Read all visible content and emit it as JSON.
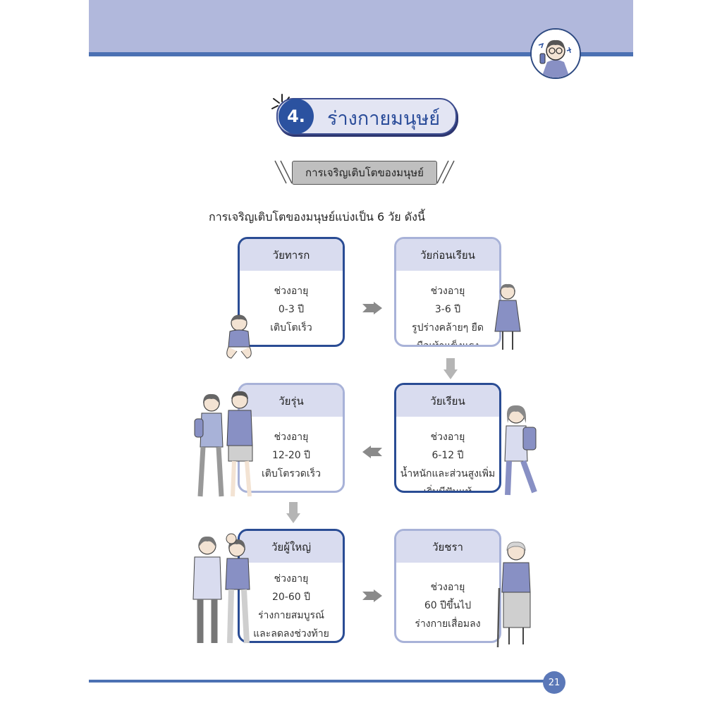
{
  "header": {
    "section_number": "4.",
    "section_title": "ร่างกายมนุษย์",
    "subtitle": "การเจริญเติบโตของมนุษย์"
  },
  "intro_text": "การเจริญเติบโตของมนุษย์แบ่งเป็น 6 วัย ดังนี้",
  "stages": [
    {
      "title": "วัยทารก",
      "lines": [
        "ช่วงอายุ",
        "0-3 ปี",
        "เติบโตเร็ว"
      ]
    },
    {
      "title": "วัยก่อนเรียน",
      "lines": [
        "ช่วงอายุ",
        "3-6 ปี",
        "รูปร่างคล้ายๆ ยืด",
        "มือเท้าแข็งแรง"
      ]
    },
    {
      "title": "วัยเรียน",
      "lines": [
        "ช่วงอายุ",
        "6-12 ปี",
        "น้ำหนักและส่วนสูงเพิ่ม",
        "เริ่มมีฟันแท้"
      ]
    },
    {
      "title": "วัยรุ่น",
      "lines": [
        "ช่วงอายุ",
        "12-20 ปี",
        "เติบโตรวดเร็ว"
      ]
    },
    {
      "title": "วัยผู้ใหญ่",
      "lines": [
        "ช่วงอายุ",
        "20-60 ปี",
        "ร่างกายสมบูรณ์",
        "และลดลงช่วงท้าย"
      ]
    },
    {
      "title": "วัยชรา",
      "lines": [
        "ช่วงอายุ",
        "60 ปีขึ้นไป",
        "ร่างกายเสื่อมลง"
      ]
    }
  ],
  "footer": {
    "page_number": "21"
  },
  "colors": {
    "header_band": "#b1b8dc",
    "accent_blue": "#4c71b3",
    "dark_blue": "#2a4c94",
    "light_border": "#a8b2d8",
    "card_head": "#d9dcef",
    "arrow_gray": "#8a8a8a",
    "figure_fill": "#8890c4"
  },
  "icons": [
    "mascot-avatar-icon",
    "sparkle-icon",
    "arrow-right-icon",
    "arrow-left-icon",
    "arrow-down-icon"
  ]
}
